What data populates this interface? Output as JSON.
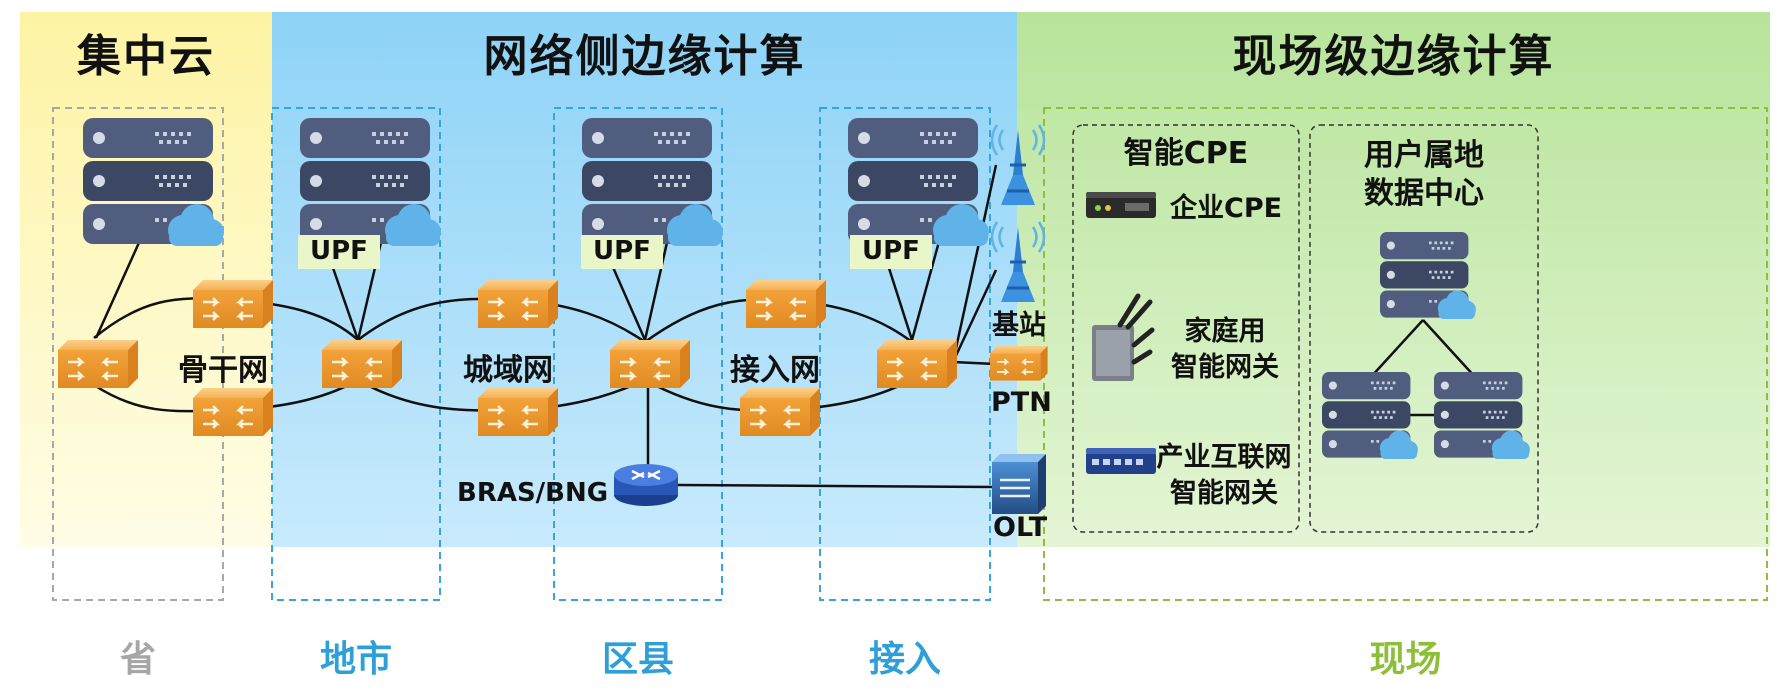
{
  "regions": {
    "cloud": "集中云",
    "network_edge": "网络侧边缘计算",
    "onsite_edge": "现场级边缘计算"
  },
  "tiers": {
    "province": "省",
    "city": "地市",
    "county": "区县",
    "access": "接入",
    "site": "现场"
  },
  "networks": {
    "backbone": "骨干网",
    "metro": "城域网",
    "access": "接入网"
  },
  "upf_label": "UPF",
  "devices": {
    "base_station": "基站",
    "ptn": "PTN",
    "olt": "OLT",
    "bras": "BRAS/BNG"
  },
  "onsite": {
    "cpe_title": "智能CPE",
    "enterprise_cpe": "企业CPE",
    "home_gateway": [
      "家庭用",
      "智能网关"
    ],
    "industrial_gateway": [
      "产业互联网",
      "智能网关"
    ],
    "dc_title": [
      "用户属地",
      "数据中心"
    ]
  },
  "colors": {
    "cloud_bg": "#fdf8b5",
    "network_bg": "#9cd8f8",
    "onsite_bg": "#bfe7a4",
    "tier_province": "#a6a6a6",
    "tier_blue": "#2f9fd8",
    "tier_green": "#8dbf3a",
    "server": "#3d4a66",
    "router": "#f0a03c"
  }
}
